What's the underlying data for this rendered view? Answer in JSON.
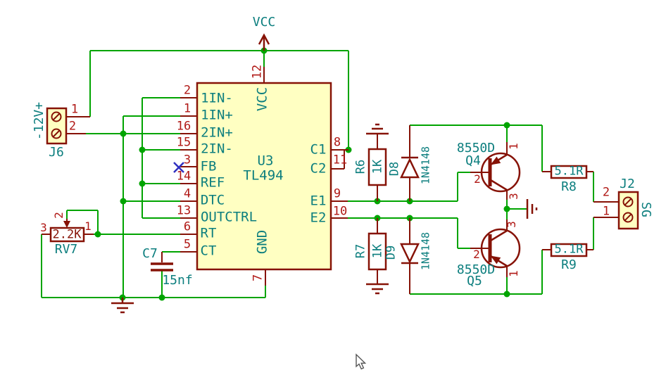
{
  "colors": {
    "wire_green": "#00A400",
    "component_dark_red": "#861206",
    "pin_number_red": "#B01815",
    "field_teal": "#0C7E7E",
    "symbol_fill_yellow": "#FFFFC2",
    "no_connect_blue": "#3030C0",
    "background": "#FFFFFF"
  },
  "power": {
    "vcc_label": "VCC"
  },
  "ic": {
    "ref": "U3",
    "value": "TL494",
    "left_pins": [
      {
        "num": "2",
        "name": "1IN-"
      },
      {
        "num": "1",
        "name": "1IN+"
      },
      {
        "num": "16",
        "name": "2IN+"
      },
      {
        "num": "15",
        "name": "2IN-"
      },
      {
        "num": "3",
        "name": "FB"
      },
      {
        "num": "14",
        "name": "REF"
      },
      {
        "num": "4",
        "name": "DTC"
      },
      {
        "num": "13",
        "name": "OUTCTRL"
      },
      {
        "num": "6",
        "name": "RT"
      },
      {
        "num": "5",
        "name": "CT"
      }
    ],
    "right_pins": [
      {
        "num": "8",
        "name": "C1"
      },
      {
        "num": "11",
        "name": "C2"
      },
      {
        "num": "9",
        "name": "E1"
      },
      {
        "num": "10",
        "name": "E2"
      }
    ],
    "top_pin": {
      "num": "12",
      "name": "VCC"
    },
    "bottom_pin": {
      "num": "7",
      "name": "GND"
    }
  },
  "j6": {
    "ref": "J6",
    "value": "-12V+",
    "pin_top": "1",
    "pin_bottom": "2"
  },
  "j2": {
    "ref": "J2",
    "value": "SG",
    "pin_top": "2",
    "pin_bottom": "1"
  },
  "rv7": {
    "ref": "RV7",
    "value": "2.2K",
    "pin_left": "3",
    "pin_wiper": "2",
    "pin_right": "1"
  },
  "c7": {
    "ref": "C7",
    "value": "15nf"
  },
  "r6": {
    "ref": "R6",
    "value": "1K"
  },
  "r7": {
    "ref": "R7",
    "value": "1K"
  },
  "r8": {
    "ref": "R8",
    "value": "5.1R"
  },
  "r9": {
    "ref": "R9",
    "value": "5.1R"
  },
  "d8": {
    "ref": "D8",
    "value": "1N4148"
  },
  "d9": {
    "ref": "D9",
    "value": "1N4148"
  },
  "q4": {
    "ref": "Q4",
    "value": "8550D",
    "pin_top": "1",
    "pin_base": "2",
    "pin_bottom": "3"
  },
  "q5": {
    "ref": "Q5",
    "value": "8550D",
    "pin_top": "3",
    "pin_base": "2",
    "pin_bottom": "1"
  }
}
